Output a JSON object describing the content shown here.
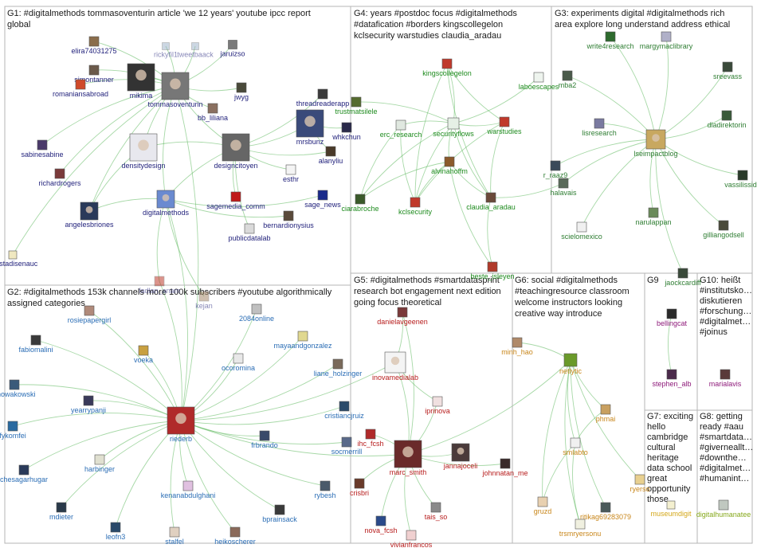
{
  "colors": {
    "edge": "#5cb85c",
    "border": "#b5b5b5",
    "g1_label": "#1f1f7a",
    "g2_label": "#2a6db5",
    "g3_label": "#2e7d32",
    "g4_label": "#1e8b1e",
    "g5_label": "#b71c1c",
    "g6_label": "#c8861a",
    "g9_label": "#8e1a7a",
    "g8_label": "#86a81c"
  },
  "groups": [
    {
      "id": "g1",
      "lines": [
        "G1: #digitalmethods tommasoventurin article 'we 12 years' youtube ipcc report",
        "global"
      ]
    },
    {
      "id": "g2",
      "lines": [
        "G2: #digitalmethods 153k channels more 100k subscribers #youtube algorithmically",
        "assigned categories"
      ]
    },
    {
      "id": "g3",
      "lines": [
        "G3: experiments digital #digitalmethods rich",
        "area explore long understand address ethical"
      ]
    },
    {
      "id": "g4",
      "lines": [
        "G4: years #postdoc focus #digitalmethods",
        "#datafication #borders kingscollegelon",
        "kclsecurity warstudies claudia_aradau"
      ]
    },
    {
      "id": "g5",
      "lines": [
        "G5: #digitalmethods #smartdatasprint",
        "research bot engagement next edition",
        "going focus theoretical"
      ]
    },
    {
      "id": "g6",
      "lines": [
        "G6: social #digitalmethods",
        "#teachingresource classroom",
        "welcome instructors looking",
        "creative way introduce"
      ]
    },
    {
      "id": "g7",
      "lines": [
        "G7: exciting",
        "hello",
        "cambridge",
        "cultural",
        "heritage",
        "data school",
        "great",
        "opportunity",
        "those"
      ]
    },
    {
      "id": "g8",
      "lines": [
        "G8: getting",
        "ready #aau",
        "#smartdata…",
        "#giverneallt…",
        "#downthe…",
        "#digitalmet…",
        "#humanint…"
      ]
    },
    {
      "id": "g9",
      "lines": [
        "G9"
      ]
    },
    {
      "id": "g10",
      "lines": [
        "G10: heißt",
        "#institutsko…",
        "diskutieren",
        "#forschung…",
        "#digitalmet…",
        "#joinus"
      ]
    }
  ],
  "nodes": [
    {
      "id": "elira74031275",
      "label": "elira74031275",
      "group": "g1"
    },
    {
      "id": "rickyfil1",
      "label": "rickyfil1",
      "group": "g1"
    },
    {
      "id": "tweetbaack",
      "label": "tweetbaack",
      "group": "g1"
    },
    {
      "id": "jaruizso",
      "label": "jaruizso",
      "group": "g1"
    },
    {
      "id": "simontanner",
      "label": "simontanner",
      "group": "g1"
    },
    {
      "id": "romaniansabroad",
      "label": "romaniansabroad",
      "group": "g1"
    },
    {
      "id": "mikima",
      "label": "mikima",
      "group": "g1"
    },
    {
      "id": "tommasoventurin",
      "label": "tommasoventurin",
      "group": "g1"
    },
    {
      "id": "jwyg",
      "label": "jwyg",
      "group": "g1"
    },
    {
      "id": "bb_liliana",
      "label": "bb_liliana",
      "group": "g1"
    },
    {
      "id": "threadreaderapp",
      "label": "threadreaderapp",
      "group": "g1"
    },
    {
      "id": "sabinesabine",
      "label": "sabinesabine",
      "group": "g1"
    },
    {
      "id": "densitydesign",
      "label": "densitydesign",
      "group": "g1"
    },
    {
      "id": "designcitoyen",
      "label": "designcitoyen",
      "group": "g1"
    },
    {
      "id": "mrsbunz",
      "label": "mrsbunz",
      "group": "g1"
    },
    {
      "id": "whkchun",
      "label": "whkchun",
      "group": "g1"
    },
    {
      "id": "richardrogers",
      "label": "richardrogers",
      "group": "g1"
    },
    {
      "id": "alanyliu",
      "label": "alanyliu",
      "group": "g1"
    },
    {
      "id": "esthr",
      "label": "esthr",
      "group": "g1"
    },
    {
      "id": "digitalmethods",
      "label": "digitalmethods",
      "group": "g1"
    },
    {
      "id": "sagemedia_comm",
      "label": "sagemedia_comm",
      "group": "g1"
    },
    {
      "id": "sage_news",
      "label": "sage_news",
      "group": "g1"
    },
    {
      "id": "angelesbriones",
      "label": "angelesbriones",
      "group": "g1"
    },
    {
      "id": "bernardionysius",
      "label": "bernardionysius",
      "group": "g1"
    },
    {
      "id": "publicdatalab",
      "label": "publicdatalab",
      "group": "g1"
    },
    {
      "id": "revistadisenauc",
      "label": "revistadisenauc",
      "group": "g1"
    },
    {
      "id": "fadlan_anam",
      "label": "fadlan_anam",
      "group": "g1"
    },
    {
      "id": "kejan",
      "label": "kejan",
      "group": "g1"
    },
    {
      "id": "trustmatsilele",
      "label": "trustmatsilele",
      "group": "g4"
    },
    {
      "id": "kingscollegelon",
      "label": "kingscollegelon",
      "group": "g4"
    },
    {
      "id": "laboescapes",
      "label": "laboescapes",
      "group": "g4"
    },
    {
      "id": "erc_research",
      "label": "erc_research",
      "group": "g4"
    },
    {
      "id": "securityflows",
      "label": "securityflows",
      "group": "g4"
    },
    {
      "id": "warstudies",
      "label": "warstudies",
      "group": "g4"
    },
    {
      "id": "alvinahoffm",
      "label": "alvinahoffm",
      "group": "g4"
    },
    {
      "id": "ciarabroche",
      "label": "ciarabroche",
      "group": "g4"
    },
    {
      "id": "kclsecurity",
      "label": "kclsecurity",
      "group": "g4"
    },
    {
      "id": "claudia_aradau",
      "label": "claudia_aradau",
      "group": "g4"
    },
    {
      "id": "beste_isleyen",
      "label": "beste_isleyen",
      "group": "g4"
    },
    {
      "id": "write4research",
      "label": "write4research",
      "group": "g3"
    },
    {
      "id": "margymaclibrary",
      "label": "margymaclibrary",
      "group": "g3"
    },
    {
      "id": "mba2",
      "label": "mba2",
      "group": "g3"
    },
    {
      "id": "sreevass",
      "label": "sreevass",
      "group": "g3"
    },
    {
      "id": "lisresearch",
      "label": "lisresearch",
      "group": "g3"
    },
    {
      "id": "lseimpactblog",
      "label": "lseimpactblog",
      "group": "g3"
    },
    {
      "id": "dladirektorin",
      "label": "dladirektorin",
      "group": "g3"
    },
    {
      "id": "raaz9",
      "label": "r_raaz9",
      "group": "g3"
    },
    {
      "id": "halavais",
      "label": "halavais",
      "group": "g3"
    },
    {
      "id": "vassilisside",
      "label": "vassilisside",
      "group": "g3"
    },
    {
      "id": "narulappan",
      "label": "narulappan",
      "group": "g3"
    },
    {
      "id": "scielomexico",
      "label": "scielomexico",
      "group": "g3"
    },
    {
      "id": "gilliangodsell",
      "label": "gilliangodsell",
      "group": "g3"
    },
    {
      "id": "jaockcardiff",
      "label": "jaockcardiff",
      "group": "g3"
    },
    {
      "id": "rosiepapergirl",
      "label": "rosiepapergirl",
      "group": "g2"
    },
    {
      "id": "2084online",
      "label": "2084online",
      "group": "g2"
    },
    {
      "id": "fabiomalini",
      "label": "fabiomalini",
      "group": "g2"
    },
    {
      "id": "mayaandgonzalez",
      "label": "mayaandgonzalez",
      "group": "g2"
    },
    {
      "id": "voeka",
      "label": "voeka",
      "group": "g2"
    },
    {
      "id": "ocoromina",
      "label": "ocoromina",
      "group": "g2"
    },
    {
      "id": "liane_holzinger",
      "label": "liane_holzinger",
      "group": "g2"
    },
    {
      "id": "snowakowski",
      "label": "snowakowski",
      "group": "g2"
    },
    {
      "id": "yearrypanji",
      "label": "yearrypanji",
      "group": "g2"
    },
    {
      "id": "cristiancjruiz",
      "label": "cristiancjruiz",
      "group": "g2"
    },
    {
      "id": "fykomfei",
      "label": "fykomfei",
      "group": "g2"
    },
    {
      "id": "riederb",
      "label": "riederb",
      "group": "g2"
    },
    {
      "id": "frbrando",
      "label": "frbrando",
      "group": "g2"
    },
    {
      "id": "chesagarhugar",
      "label": "chesagarhugar",
      "group": "g2"
    },
    {
      "id": "harbinger",
      "label": "harbinger",
      "group": "g2"
    },
    {
      "id": "socmerrill",
      "label": "socmerrill",
      "group": "g2"
    },
    {
      "id": "kenanabdulghani",
      "label": "kenanabdulghani",
      "group": "g2"
    },
    {
      "id": "rybesh",
      "label": "rybesh",
      "group": "g2"
    },
    {
      "id": "mdieter",
      "label": "mdieter",
      "group": "g2"
    },
    {
      "id": "bprainsack",
      "label": "bprainsack",
      "group": "g2"
    },
    {
      "id": "leofn3",
      "label": "leofn3",
      "group": "g2"
    },
    {
      "id": "stalfel",
      "label": "stalfel",
      "group": "g2"
    },
    {
      "id": "heikoscherer",
      "label": "heikoscherer",
      "group": "g2"
    },
    {
      "id": "danielavgeenen",
      "label": "danielavgeenen",
      "group": "g5"
    },
    {
      "id": "inovamedialab",
      "label": "inovamedialab",
      "group": "g5"
    },
    {
      "id": "iprinova",
      "label": "iprinova",
      "group": "g5"
    },
    {
      "id": "ihc_fcsh",
      "label": "ihc_fcsh",
      "group": "g5"
    },
    {
      "id": "marc_smith",
      "label": "marc_smith",
      "group": "g5"
    },
    {
      "id": "jannajoceli",
      "label": "jannajoceli",
      "group": "g5"
    },
    {
      "id": "johnnatan_me",
      "label": "johnnatan_me",
      "group": "g5"
    },
    {
      "id": "crisbri",
      "label": "crisbri",
      "group": "g5"
    },
    {
      "id": "tais_so",
      "label": "tais_so",
      "group": "g5"
    },
    {
      "id": "nova_fcsh",
      "label": "nova_fcsh",
      "group": "g5"
    },
    {
      "id": "vivianfrancos",
      "label": "vivianfrancos",
      "group": "g5"
    },
    {
      "id": "minh_hao",
      "label": "minh_hao",
      "group": "g6"
    },
    {
      "id": "netlytic",
      "label": "netlytic",
      "group": "g6"
    },
    {
      "id": "phmai",
      "label": "phmai",
      "group": "g6"
    },
    {
      "id": "smlabto",
      "label": "smlabto",
      "group": "g6"
    },
    {
      "id": "ryerso",
      "label": "ryerso",
      "group": "g6"
    },
    {
      "id": "ritikag69283079",
      "label": "ritikag69283079",
      "group": "g6"
    },
    {
      "id": "gruzd",
      "label": "gruzd",
      "group": "g6"
    },
    {
      "id": "trsmryersonu",
      "label": "trsmryersonu",
      "group": "g6"
    },
    {
      "id": "bellingcat",
      "label": "bellingcat",
      "group": "g9"
    },
    {
      "id": "stephen_alb",
      "label": "stephen_alb",
      "group": "g9"
    },
    {
      "id": "marialavis",
      "label": "marialavis",
      "group": "g10"
    },
    {
      "id": "museumdigit",
      "label": "museumdigit",
      "group": "g7"
    },
    {
      "id": "digitalhumanatee",
      "label": "digitalhumanatee",
      "group": "g8"
    }
  ],
  "edges": [
    [
      "tommasoventurin",
      "elira74031275"
    ],
    [
      "tommasoventurin",
      "rickyfil1"
    ],
    [
      "tommasoventurin",
      "tweetbaack"
    ],
    [
      "tommasoventurin",
      "jaruizso"
    ],
    [
      "tommasoventurin",
      "simontanner"
    ],
    [
      "tommasoventurin",
      "romaniansabroad"
    ],
    [
      "tommasoventurin",
      "mikima"
    ],
    [
      "tommasoventurin",
      "jwyg"
    ],
    [
      "tommasoventurin",
      "bb_liliana"
    ],
    [
      "tommasoventurin",
      "designcitoyen"
    ],
    [
      "tommasoventurin",
      "densitydesign"
    ],
    [
      "tommasoventurin",
      "digitalmethods"
    ],
    [
      "tommasoventurin",
      "sabinesabine"
    ],
    [
      "tommasoventurin",
      "richardrogers"
    ],
    [
      "tommasoventurin",
      "angelesbriones"
    ],
    [
      "tommasoventurin",
      "revistadisenauc"
    ],
    [
      "designcitoyen",
      "threadreaderapp"
    ],
    [
      "designcitoyen",
      "mrsbunz"
    ],
    [
      "designcitoyen",
      "densitydesign"
    ],
    [
      "designcitoyen",
      "digitalmethods"
    ],
    [
      "designcitoyen",
      "sagemedia_comm"
    ],
    [
      "designcitoyen",
      "publicdatalab"
    ],
    [
      "designcitoyen",
      "esthr"
    ],
    [
      "designcitoyen",
      "alanyliu"
    ],
    [
      "mrsbunz",
      "whkchun"
    ],
    [
      "mrsbunz",
      "alanyliu"
    ],
    [
      "digitalmethods",
      "bernardionysius"
    ],
    [
      "digitalmethods",
      "sage_news"
    ],
    [
      "digitalmethods",
      "angelesbriones"
    ],
    [
      "digitalmethods",
      "fadlan_anam"
    ],
    [
      "digitalmethods",
      "kejan"
    ],
    [
      "densitydesign",
      "angelesbriones"
    ],
    [
      "riederb",
      "rosiepapergirl"
    ],
    [
      "riederb",
      "2084online"
    ],
    [
      "riederb",
      "fabiomalini"
    ],
    [
      "riederb",
      "mayaandgonzalez"
    ],
    [
      "riederb",
      "voeka"
    ],
    [
      "riederb",
      "ocoromina"
    ],
    [
      "riederb",
      "liane_holzinger"
    ],
    [
      "riederb",
      "snowakowski"
    ],
    [
      "riederb",
      "yearrypanji"
    ],
    [
      "riederb",
      "cristiancjruiz"
    ],
    [
      "riederb",
      "fykomfei"
    ],
    [
      "riederb",
      "frbrando"
    ],
    [
      "riederb",
      "chesagarhugar"
    ],
    [
      "riederb",
      "harbinger"
    ],
    [
      "riederb",
      "socmerrill"
    ],
    [
      "riederb",
      "kenanabdulghani"
    ],
    [
      "riederb",
      "rybesh"
    ],
    [
      "riederb",
      "mdieter"
    ],
    [
      "riederb",
      "bprainsack"
    ],
    [
      "riederb",
      "leofn3"
    ],
    [
      "riederb",
      "stalfel"
    ],
    [
      "riederb",
      "heikoscherer"
    ],
    [
      "riederb",
      "digitalmethods"
    ],
    [
      "riederb",
      "marc_smith"
    ],
    [
      "riederb",
      "inovamedialab"
    ],
    [
      "riederb",
      "tommasoventurin"
    ],
    [
      "riederb",
      "fadlan_anam"
    ],
    [
      "securityflows",
      "kingscollegelon"
    ],
    [
      "securityflows",
      "laboescapes"
    ],
    [
      "securityflows",
      "erc_research"
    ],
    [
      "securityflows",
      "warstudies"
    ],
    [
      "securityflows",
      "alvinahoffm"
    ],
    [
      "securityflows",
      "ciarabroche"
    ],
    [
      "securityflows",
      "kclsecurity"
    ],
    [
      "securityflows",
      "claudia_aradau"
    ],
    [
      "securityflows",
      "trustmatsilele"
    ],
    [
      "kingscollegelon",
      "warstudies"
    ],
    [
      "kingscollegelon",
      "claudia_aradau"
    ],
    [
      "kingscollegelon",
      "kclsecurity"
    ],
    [
      "alvinahoffm",
      "claudia_aradau"
    ],
    [
      "alvinahoffm",
      "ciarabroche"
    ],
    [
      "alvinahoffm",
      "kclsecurity"
    ],
    [
      "alvinahoffm",
      "beste_isleyen"
    ],
    [
      "warstudies",
      "claudia_aradau"
    ],
    [
      "warstudies",
      "kclsecurity"
    ],
    [
      "erc_research",
      "ciarabroche"
    ],
    [
      "erc_research",
      "kclsecurity"
    ],
    [
      "claudia_aradau",
      "beste_isleyen"
    ],
    [
      "claudia_aradau",
      "halavais"
    ],
    [
      "lseimpactblog",
      "write4research"
    ],
    [
      "lseimpactblog",
      "margymaclibrary"
    ],
    [
      "lseimpactblog",
      "mba2"
    ],
    [
      "lseimpactblog",
      "sreevass"
    ],
    [
      "lseimpactblog",
      "lisresearch"
    ],
    [
      "lseimpactblog",
      "dladirektorin"
    ],
    [
      "lseimpactblog",
      "raaz9"
    ],
    [
      "lseimpactblog",
      "halavais"
    ],
    [
      "lseimpactblog",
      "vassilisside"
    ],
    [
      "lseimpactblog",
      "narulappan"
    ],
    [
      "lseimpactblog",
      "scielomexico"
    ],
    [
      "lseimpactblog",
      "gilliangodsell"
    ],
    [
      "lseimpactblog",
      "jaockcardiff"
    ],
    [
      "marc_smith",
      "danielavgeenen"
    ],
    [
      "marc_smith",
      "inovamedialab"
    ],
    [
      "marc_smith",
      "iprinova"
    ],
    [
      "marc_smith",
      "ihc_fcsh"
    ],
    [
      "marc_smith",
      "jannajoceli"
    ],
    [
      "marc_smith",
      "johnnatan_me"
    ],
    [
      "marc_smith",
      "crisbri"
    ],
    [
      "marc_smith",
      "tais_so"
    ],
    [
      "marc_smith",
      "nova_fcsh"
    ],
    [
      "marc_smith",
      "vivianfrancos"
    ],
    [
      "marc_smith",
      "netlytic"
    ],
    [
      "inovamedialab",
      "danielavgeenen"
    ],
    [
      "inovamedialab",
      "iprinova"
    ],
    [
      "netlytic",
      "minh_hao"
    ],
    [
      "netlytic",
      "phmai"
    ],
    [
      "netlytic",
      "smlabto"
    ],
    [
      "netlytic",
      "ryerso"
    ],
    [
      "netlytic",
      "ritikag69283079"
    ],
    [
      "netlytic",
      "gruzd"
    ],
    [
      "netlytic",
      "trsmryersonu"
    ],
    [
      "smlabto",
      "gruzd"
    ],
    [
      "smlabto",
      "trsmryersonu"
    ],
    [
      "phmai",
      "smlabto"
    ],
    [
      "bellingcat",
      "stephen_alb"
    ]
  ]
}
